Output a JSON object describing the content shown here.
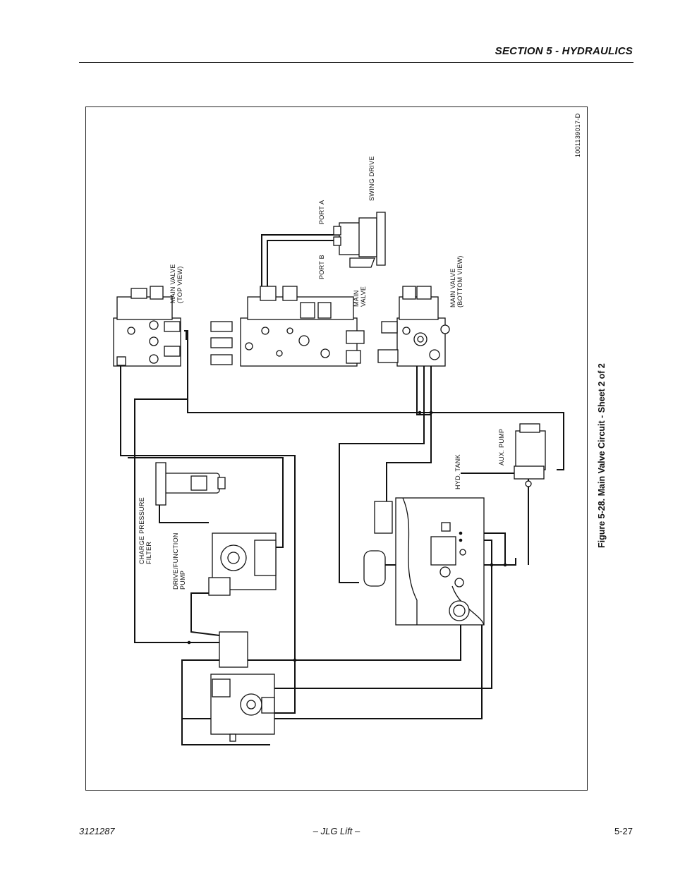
{
  "header": {
    "section_title": "SECTION 5 - HYDRAULICS"
  },
  "figure": {
    "caption": "Figure 5-28.  Main Valve Circuit - Sheet 2 of 2",
    "drawing_number": "1001139017-D",
    "labels": {
      "main_valve_top": [
        "MAIN VALVE",
        "(TOP VIEW)"
      ],
      "main_valve": [
        "MAIN",
        "VALVE"
      ],
      "main_valve_bottom": [
        "MAIN VALVE",
        "(BOTTOM VIEW)"
      ],
      "port_a": "PORT A",
      "port_b": "PORT B",
      "swing_drive": "SWING DRIVE",
      "hyd_tank": "HYD. TANK",
      "aux_pump": "AUX. PUMP",
      "charge_pressure_filter": [
        "CHARGE PRESSURE",
        "FILTER"
      ],
      "drive_function_pump": [
        "DRIVE/FUNCTION",
        "PUMP"
      ]
    }
  },
  "footer": {
    "doc_number": "3121287",
    "center_text": "– JLG Lift –",
    "page_number": "5-27"
  }
}
